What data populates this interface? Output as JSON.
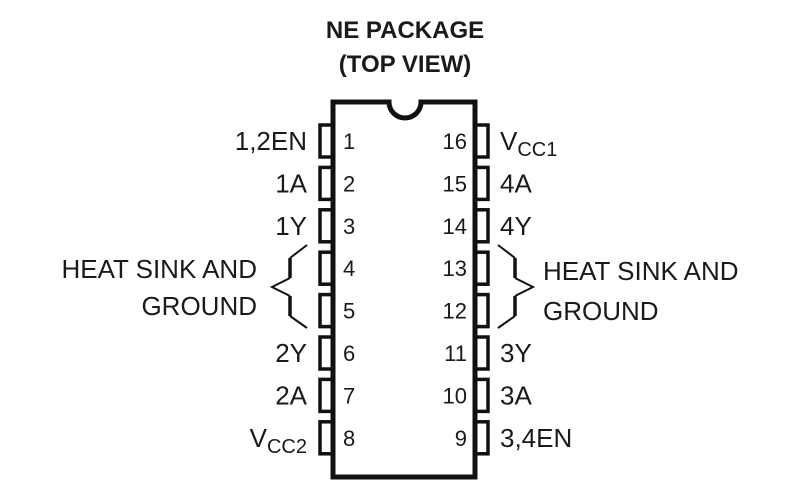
{
  "header": {
    "title": "NE PACKAGE",
    "subtitle": "(TOP VIEW)"
  },
  "left_pins": [
    {
      "num": "1",
      "label": "1,2EN"
    },
    {
      "num": "2",
      "label": "1A"
    },
    {
      "num": "3",
      "label": "1Y"
    },
    {
      "num": "4",
      "label": ""
    },
    {
      "num": "5",
      "label": ""
    },
    {
      "num": "6",
      "label": "2Y"
    },
    {
      "num": "7",
      "label": "2A"
    },
    {
      "num": "8",
      "label_main": "V",
      "label_sub": "CC2"
    }
  ],
  "right_pins": [
    {
      "num": "16",
      "label_main": "V",
      "label_sub": "CC1"
    },
    {
      "num": "15",
      "label": "4A"
    },
    {
      "num": "14",
      "label": "4Y"
    },
    {
      "num": "13",
      "label": ""
    },
    {
      "num": "12",
      "label": ""
    },
    {
      "num": "11",
      "label": "3Y"
    },
    {
      "num": "10",
      "label": "3A"
    },
    {
      "num": "9",
      "label": "3,4EN"
    }
  ],
  "left_group": {
    "line1": "HEAT SINK AND",
    "line2": "GROUND"
  },
  "right_group": {
    "line1": "HEAT SINK AND",
    "line2": "GROUND"
  }
}
